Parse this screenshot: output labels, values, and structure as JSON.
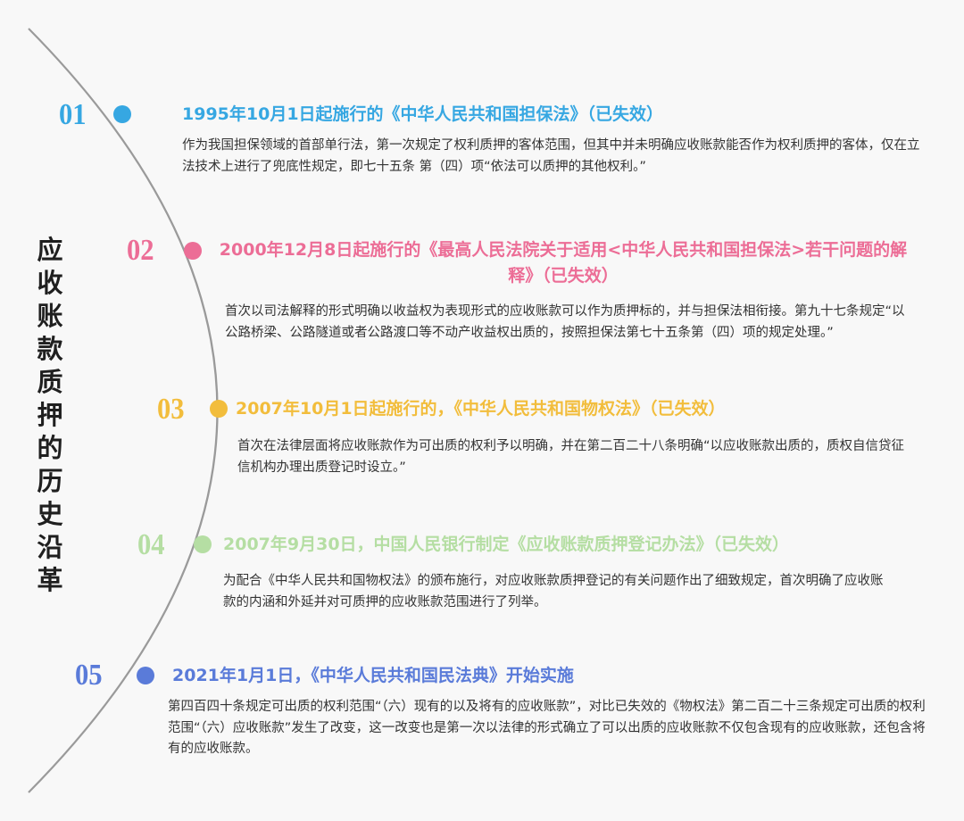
{
  "title": "应收账款质押的历史沿革",
  "colors": {
    "blue": "#36a7e2",
    "pink": "#ec6d96",
    "yellow": "#f2bd3c",
    "green": "#b5dea3",
    "indigo": "#5a7bd9",
    "arc": "#9a9a9a"
  },
  "items": [
    {
      "number": "01",
      "heading": "1995年10月1日起施行的《中华人民共和国担保法》（已失效）",
      "body": "作为我国担保领域的首部单行法，第一次规定了权利质押的客体范围，但其中并未明确应收账款能否作为权利质押的客体，仅在立法技术上进行了兜底性规定，即七十五条 第（四）项“依法可以质押的其他权利。”"
    },
    {
      "number": "02",
      "heading": "2000年12月8日起施行的《最高人民法院关于适用<中华人民共和国担保法>若干问题的解释》（已失效）",
      "body": "首次以司法解释的形式明确以收益权为表现形式的应收账款可以作为质押标的，并与担保法相衔接。第九十七条规定“以公路桥梁、公路隧道或者公路渡口等不动产收益权出质的，按照担保法第七十五条第（四）项的规定处理。”"
    },
    {
      "number": "03",
      "heading": "2007年10月1日起施行的，《中华人民共和国物权法》（已失效）",
      "body": "首次在法律层面将应收账款作为可出质的权利予以明确，并在第二百二十八条明确“以应收账款出质的，质权自信贷征信机构办理出质登记时设立。”"
    },
    {
      "number": "04",
      "heading": "2007年9月30日，中国人民银行制定《应收账款质押登记办法》（已失效）",
      "body": "为配合《中华人民共和国物权法》的颁布施行，对应收账款质押登记的有关问题作出了细致规定，首次明确了应收账款的内涵和外延并对可质押的应收账款范围进行了列举。"
    },
    {
      "number": "05",
      "heading": "2021年1月1日，《中华人民共和国民法典》开始实施",
      "body": "第四百四十条规定可出质的权利范围“（六）现有的以及将有的应收账款”，对比已失效的《物权法》第二百二十三条规定可出质的权利范围“（六）应收账款”发生了改变，这一改变也是第一次以法律的形式确立了可以出质的应收账款不仅包含现有的应收账款，还包含将有的应收账款。"
    }
  ]
}
